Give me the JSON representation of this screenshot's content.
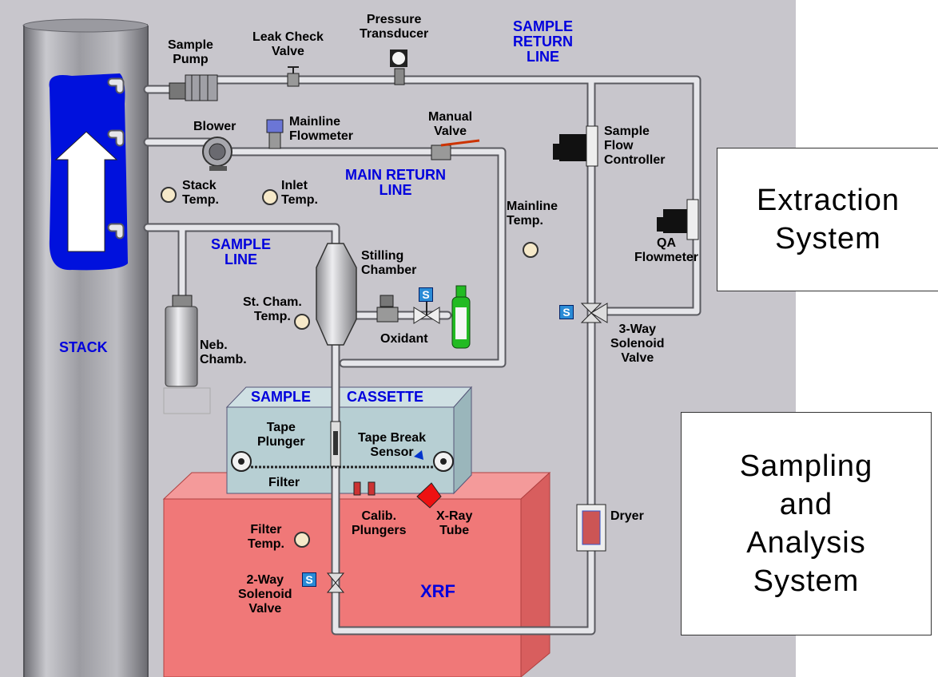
{
  "labels": {
    "sample_pump": "Sample\nPump",
    "leak_check_valve": "Leak Check\nValve",
    "pressure_transducer": "Pressure\nTransducer",
    "sample_return_line": "SAMPLE\nRETURN\nLINE",
    "blower": "Blower",
    "mainline_flowmeter": "Mainline\nFlowmeter",
    "manual_valve": "Manual\nValve",
    "sample_flow_controller": "Sample\nFlow\nController",
    "main_return_line": "MAIN RETURN\nLINE",
    "stack_temp": "Stack\nTemp.",
    "inlet_temp": "Inlet\nTemp.",
    "mainline_temp": "Mainline\nTemp.",
    "qa_flowmeter": "QA\nFlowmeter",
    "sample_line": "SAMPLE\nLINE",
    "stilling_chamber": "Stilling\nChamber",
    "st_cham_temp": "St. Cham.\nTemp.",
    "oxidant": "Oxidant",
    "three_way_valve": "3-Way\nSolenoid\nValve",
    "stack": "STACK",
    "neb_chamb": "Neb.\nChamb.",
    "sample_cassette_left": "SAMPLE",
    "sample_cassette_right": "CASSETTE",
    "tape_plunger": "Tape\nPlunger",
    "tape_break_sensor": "Tape Break\nSensor",
    "filter": "Filter",
    "calib_plungers": "Calib.\nPlungers",
    "xray_tube": "X-Ray\nTube",
    "dryer": "Dryer",
    "filter_temp": "Filter\nTemp.",
    "two_way_valve": "2-Way\nSolenoid\nValve",
    "xrf": "XRF",
    "solenoid_badge": "S"
  },
  "boxes": {
    "extraction": "Extraction\nSystem",
    "sampling": "Sampling\nand\nAnalysis\nSystem"
  },
  "colors": {
    "background": "#c8c6cc",
    "pipe": "#d8d8d8",
    "stack": "#a9a9ae",
    "plume": "#0011dd",
    "cassette": "#b7cfd3",
    "xrf_box": "#f07878",
    "label_blue": "#0000dd"
  }
}
